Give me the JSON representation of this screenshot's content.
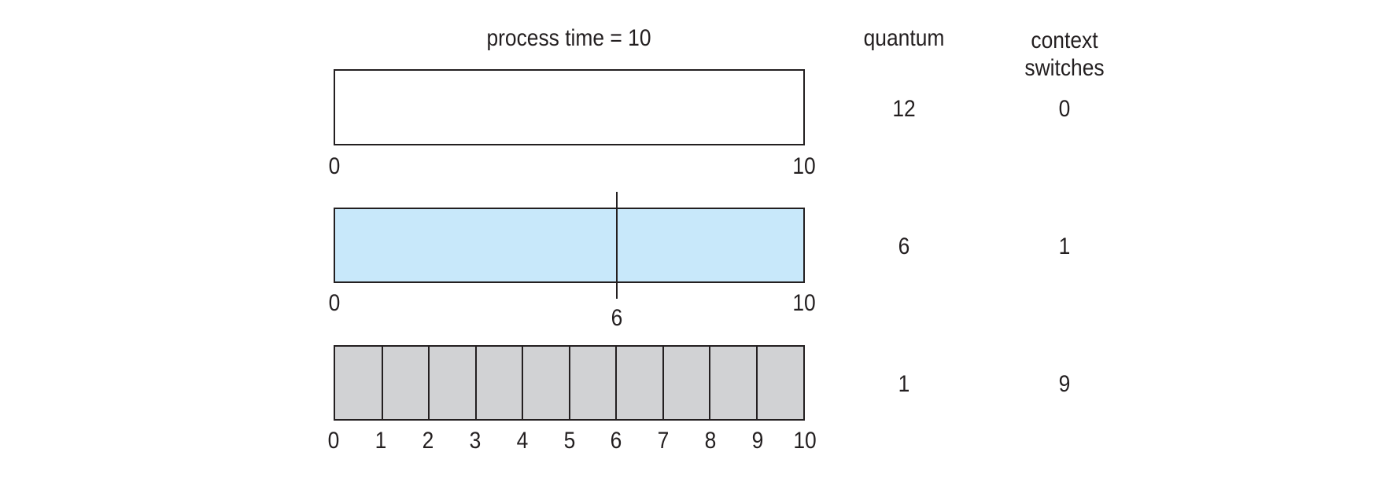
{
  "header": {
    "process_time": "process time = 10",
    "quantum": "quantum",
    "context_switches": "context\nswitches"
  },
  "rows": [
    {
      "quantum": "12",
      "switches": "0",
      "ticks": [
        "0",
        "10"
      ],
      "fill": "#ffffff"
    },
    {
      "quantum": "6",
      "switches": "1",
      "ticks": [
        "0",
        "6",
        "10"
      ],
      "fill": "#c8e8fa"
    },
    {
      "quantum": "1",
      "switches": "9",
      "ticks": [
        "0",
        "1",
        "2",
        "3",
        "4",
        "5",
        "6",
        "7",
        "8",
        "9",
        "10"
      ],
      "fill": "#d1d2d4"
    }
  ],
  "colors": {
    "stroke": "#231f20",
    "row1_fill": "#ffffff",
    "row2_fill": "#c8e8fa",
    "row3_fill": "#d1d2d4"
  }
}
